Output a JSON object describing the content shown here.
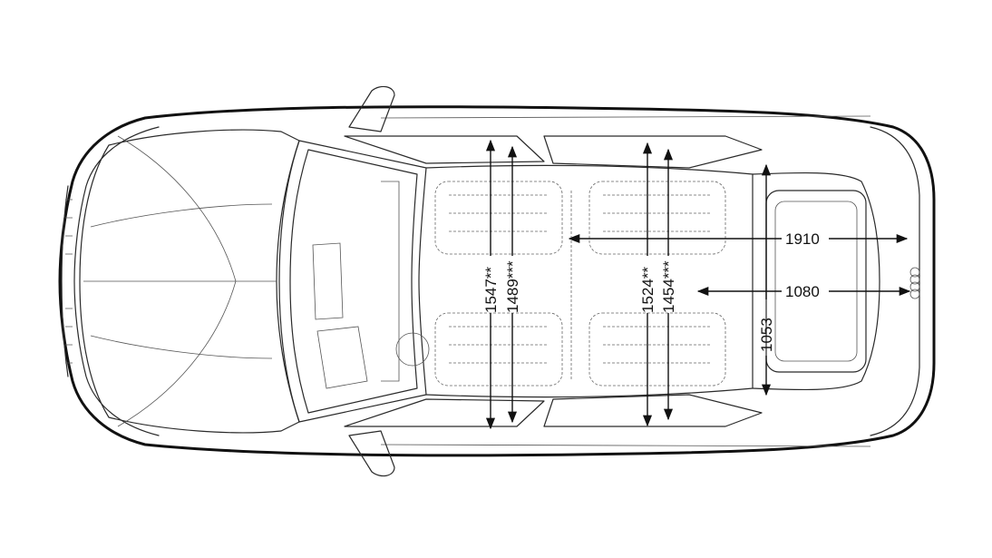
{
  "dimensions": {
    "front_shoulder_width": "1547**",
    "front_elbow_width": "1489***",
    "rear_shoulder_width": "1524**",
    "rear_elbow_width": "1454***",
    "load_width_max": "1910",
    "load_width_between_arches": "1080",
    "load_length": "1053"
  },
  "colors": {
    "line": "#2a2a2a",
    "dimension": "#111111"
  }
}
